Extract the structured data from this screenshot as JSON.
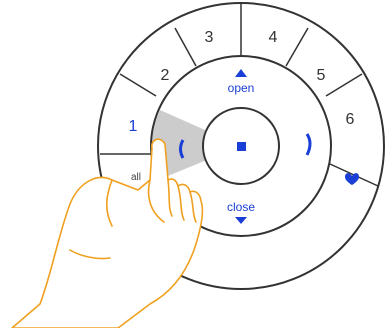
{
  "remote": {
    "channels": [
      {
        "label": "1",
        "color": "#1a3fd6"
      },
      {
        "label": "2",
        "color": "#333333"
      },
      {
        "label": "3",
        "color": "#333333"
      },
      {
        "label": "4",
        "color": "#333333"
      },
      {
        "label": "5",
        "color": "#333333"
      },
      {
        "label": "6",
        "color": "#333333"
      }
    ],
    "all_label": "all",
    "open_label": "open",
    "close_label": "close",
    "favorite_icon": "heart-icon",
    "stop_icon": "stop-icon",
    "tilt_left_icon": "tilt-left-icon",
    "tilt_right_icon": "tilt-right-icon",
    "up_arrow_icon": "triangle-up-icon",
    "down_arrow_icon": "triangle-down-icon",
    "hand_icon": "pointing-hand-icon"
  },
  "colors": {
    "accent": "#1a3fd6",
    "ring_stroke": "#333333",
    "highlight": "#c8c8c8",
    "hand_outline": "#f0a020"
  }
}
